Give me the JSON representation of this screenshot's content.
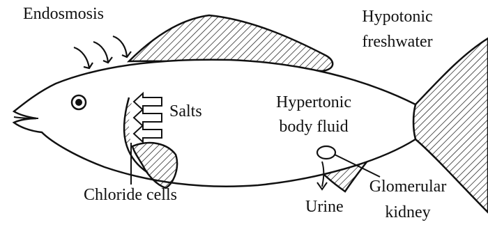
{
  "labels": {
    "endosmosis": "Endosmosis",
    "hypotonic_1": "Hypotonic",
    "hypotonic_2": "freshwater",
    "salts": "Salts",
    "hypertonic_1": "Hypertonic",
    "hypertonic_2": "body fluid",
    "chloride_cells": "Chloride cells",
    "urine": "Urine",
    "glomerular_1": "Glomerular",
    "glomerular_2": "kidney"
  }
}
